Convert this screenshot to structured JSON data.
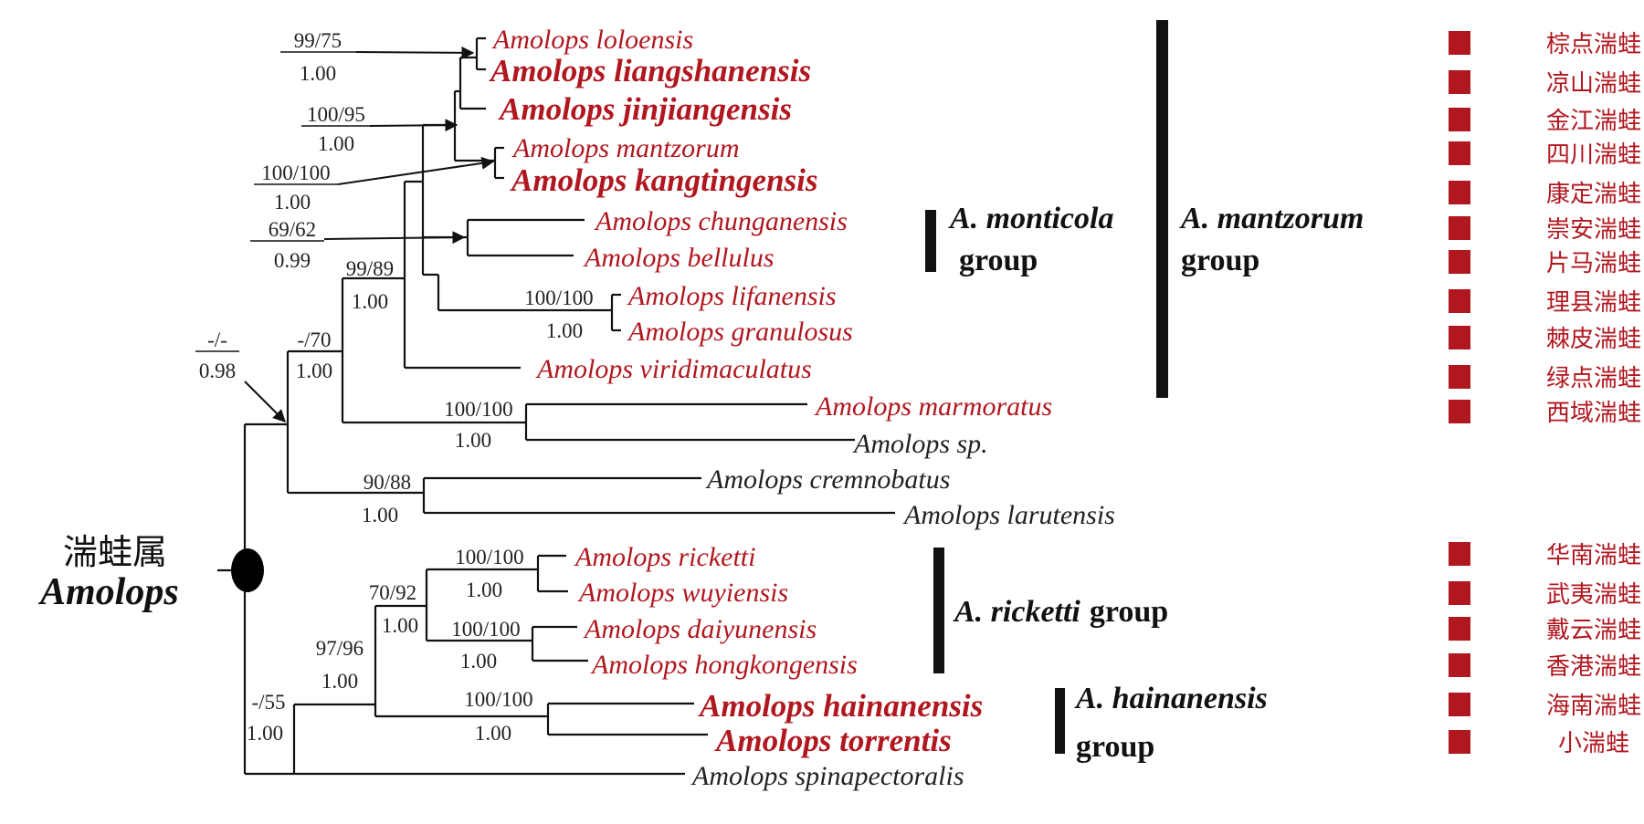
{
  "colors": {
    "highlight": "#b0171f",
    "normal": "#222222",
    "line": "#111111"
  },
  "genus": {
    "chinese": "湍蛙属",
    "latin": "Amolops"
  },
  "taxa": [
    {
      "name": "Amolops loloensis",
      "chinese": "棕点湍蛙",
      "highlight": true,
      "bold": false
    },
    {
      "name": "Amolops liangshanensis",
      "chinese": "凉山湍蛙",
      "highlight": true,
      "bold": true
    },
    {
      "name": "Amolops jinjiangensis",
      "chinese": "金江湍蛙",
      "highlight": true,
      "bold": true
    },
    {
      "name": "Amolops mantzorum",
      "chinese": "四川湍蛙",
      "highlight": true,
      "bold": false
    },
    {
      "name": "Amolops kangtingensis",
      "chinese": "康定湍蛙",
      "highlight": true,
      "bold": true
    },
    {
      "name": "Amolops chunganensis",
      "chinese": "崇安湍蛙",
      "highlight": true,
      "bold": false
    },
    {
      "name": "Amolops bellulus",
      "chinese": "片马湍蛙",
      "highlight": true,
      "bold": false
    },
    {
      "name": "Amolops lifanensis",
      "chinese": "理县湍蛙",
      "highlight": true,
      "bold": false
    },
    {
      "name": "Amolops granulosus",
      "chinese": "棘皮湍蛙",
      "highlight": true,
      "bold": false
    },
    {
      "name": "Amolops viridimaculatus",
      "chinese": "绿点湍蛙",
      "highlight": true,
      "bold": false
    },
    {
      "name": "Amolops marmoratus",
      "chinese": "西域湍蛙",
      "highlight": true,
      "bold": false
    },
    {
      "name": "Amolops sp.",
      "chinese": "",
      "highlight": false,
      "bold": false
    },
    {
      "name": "Amolops cremnobatus",
      "chinese": "",
      "highlight": false,
      "bold": false
    },
    {
      "name": "Amolops larutensis",
      "chinese": "",
      "highlight": false,
      "bold": false
    },
    {
      "name": "Amolops ricketti",
      "chinese": "华南湍蛙",
      "highlight": true,
      "bold": false
    },
    {
      "name": "Amolops wuyiensis",
      "chinese": "武夷湍蛙",
      "highlight": true,
      "bold": false
    },
    {
      "name": "Amolops daiyunensis",
      "chinese": "戴云湍蛙",
      "highlight": true,
      "bold": false
    },
    {
      "name": "Amolops hongkongensis",
      "chinese": "香港湍蛙",
      "highlight": true,
      "bold": false
    },
    {
      "name": "Amolops hainanensis",
      "chinese": "海南湍蛙",
      "highlight": true,
      "bold": true
    },
    {
      "name": "Amolops torrentis",
      "chinese": "小湍蛙",
      "highlight": true,
      "bold": true
    },
    {
      "name": "Amolops spinapectoralis",
      "chinese": "",
      "highlight": false,
      "bold": false
    }
  ],
  "support_values": [
    {
      "bootstrap": "99/75",
      "posterior": "1.00"
    },
    {
      "bootstrap": "100/95",
      "posterior": "1.00"
    },
    {
      "bootstrap": "100/100",
      "posterior": "1.00"
    },
    {
      "bootstrap": "69/62",
      "posterior": "0.99"
    },
    {
      "bootstrap": "100/100",
      "posterior": "1.00"
    },
    {
      "bootstrap": "99/89",
      "posterior": "1.00"
    },
    {
      "bootstrap": "-/70",
      "posterior": "1.00"
    },
    {
      "bootstrap": "-/-",
      "posterior": "0.98"
    },
    {
      "bootstrap": "100/100",
      "posterior": "1.00"
    },
    {
      "bootstrap": "90/88",
      "posterior": "1.00"
    },
    {
      "bootstrap": "100/100",
      "posterior": "1.00"
    },
    {
      "bootstrap": "70/92",
      "posterior": "1.00"
    },
    {
      "bootstrap": "100/100",
      "posterior": "1.00"
    },
    {
      "bootstrap": "97/96",
      "posterior": "1.00"
    },
    {
      "bootstrap": "100/100",
      "posterior": "1.00"
    },
    {
      "bootstrap": "-/55",
      "posterior": "1.00"
    }
  ],
  "groups": {
    "monticola": {
      "name": "A. monticola",
      "suffix": "group"
    },
    "mantzorum": {
      "name": "A. mantzorum",
      "suffix": "group"
    },
    "ricketti": {
      "name": "A. ricketti",
      "suffix": "group"
    },
    "hainanensis": {
      "name": "A. hainanensis",
      "suffix": "group"
    }
  }
}
